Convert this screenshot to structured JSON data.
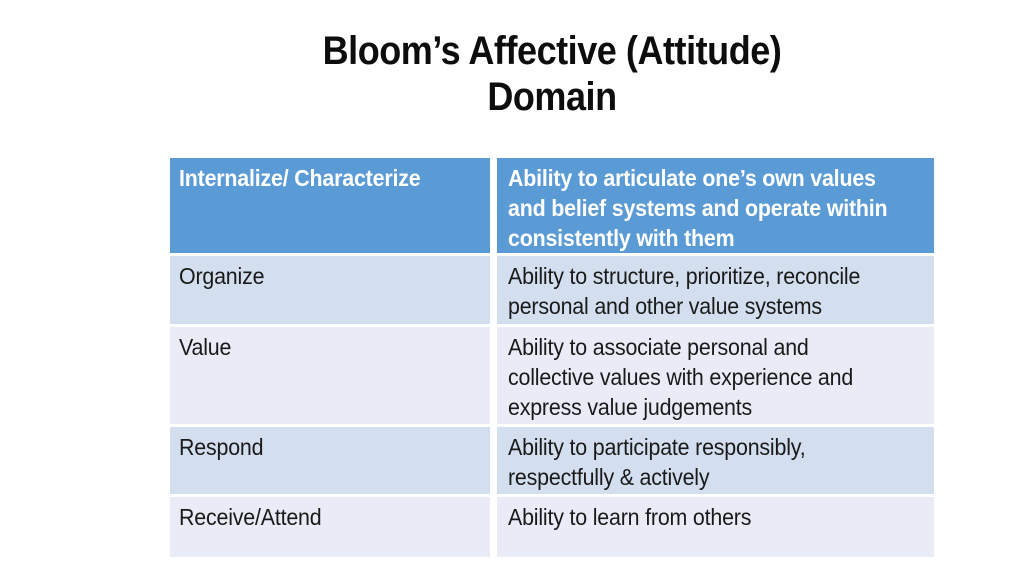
{
  "slide": {
    "title_line1": "Bloom’s Affective (Attitude)",
    "title_line2": "Domain"
  },
  "table": {
    "header": {
      "level": "Internalize/ Characterize",
      "description": "Ability to articulate one’s own values\nand belief systems and operate within\nconsistently with them"
    },
    "rows": [
      {
        "level": "Organize",
        "description": "Ability to structure, prioritize, reconcile\npersonal and other value systems"
      },
      {
        "level": "Value",
        "description": "Ability to associate personal and\ncollective values with experience and\nexpress value judgements"
      },
      {
        "level": "Respond",
        "description": "Ability to participate responsibly,\nrespectfully & actively"
      },
      {
        "level": "Receive/Attend",
        "description": "Ability to learn from others"
      }
    ]
  },
  "colors": {
    "header_bg": "#5B9BD5",
    "header_text": "#FFFFFF",
    "row_dark_bg": "#D3DFEE",
    "row_light_bg": "#E9ECF6",
    "body_text": "#1A1A1A",
    "title_text": "#0D0D0D",
    "background": "#FFFFFF"
  }
}
